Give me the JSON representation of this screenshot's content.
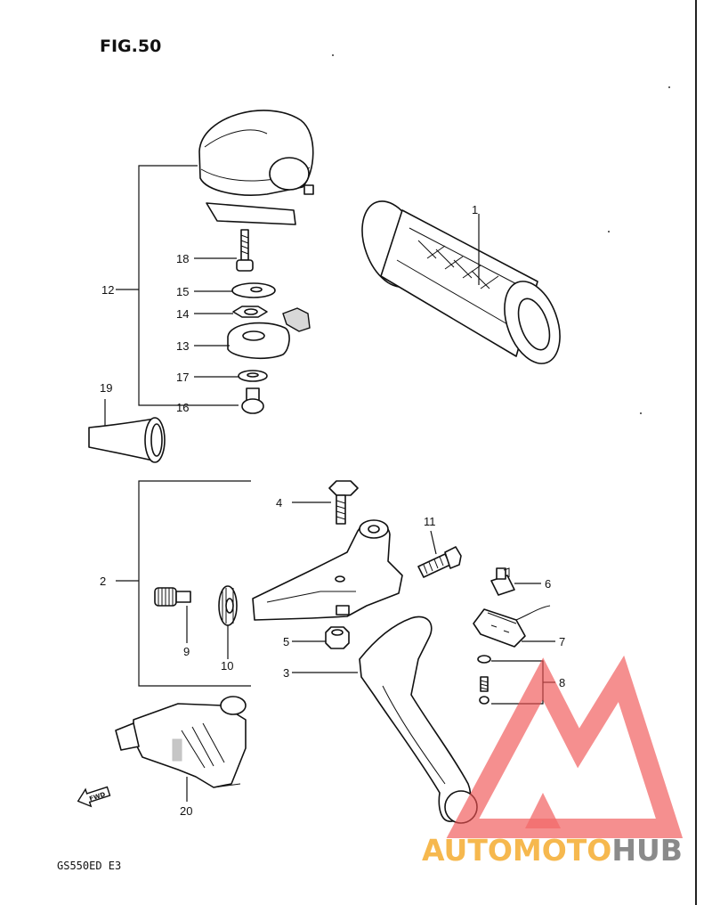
{
  "figure": {
    "title": "FIG.50",
    "model": "GS550ED  E3"
  },
  "callouts": {
    "c1": "1",
    "c2": "2",
    "c3": "3",
    "c4": "4",
    "c5": "5",
    "c6": "6",
    "c7": "7",
    "c8": "8",
    "c9": "9",
    "c10": "10",
    "c11": "11",
    "c12": "12",
    "c13": "13",
    "c14": "14",
    "c15": "15",
    "c16": "16",
    "c17": "17",
    "c18": "18",
    "c19": "19",
    "c20": "20"
  },
  "direction_marker": {
    "label": "FWD",
    "icon": "forward-arrow-icon"
  },
  "watermark": {
    "text_part1": "AUTOMOTO",
    "text_part2": "HUB",
    "icon": "automotohub-triangle-logo",
    "colors": {
      "red": "#f05050",
      "orange": "#f6b84e",
      "grey": "#8a8a8a"
    }
  }
}
